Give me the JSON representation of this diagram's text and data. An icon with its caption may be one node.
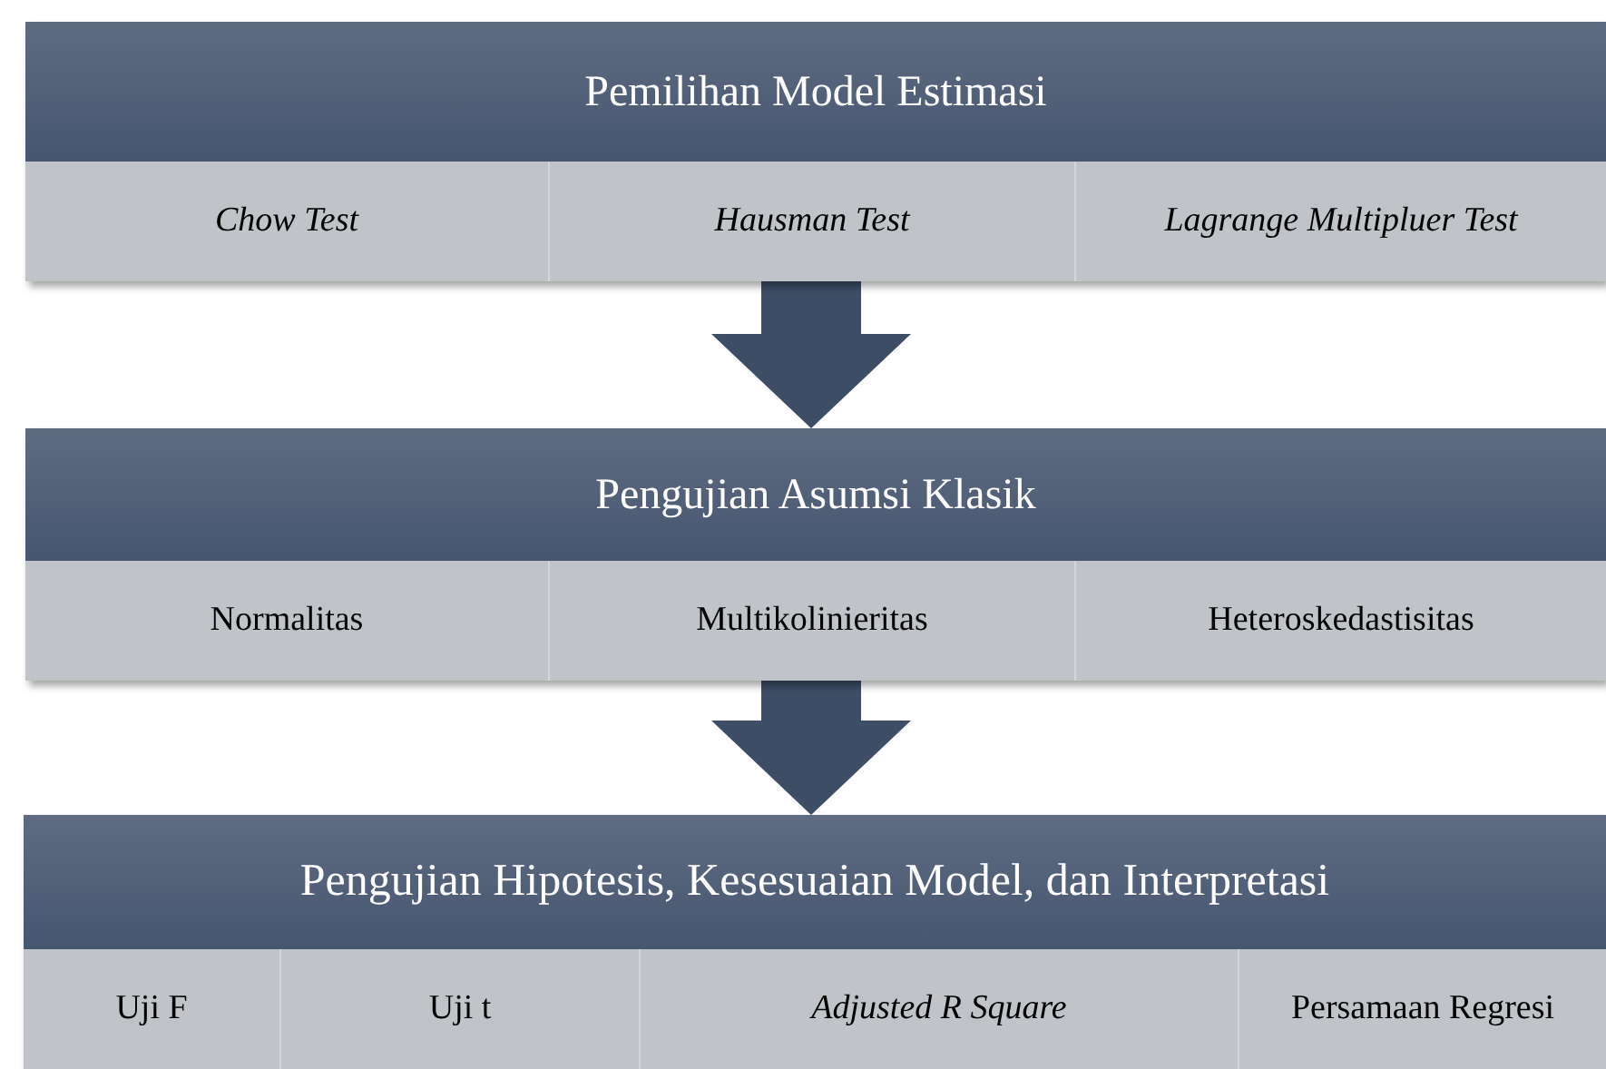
{
  "diagram": {
    "nodes": [
      {
        "text": [
          "Pemilihan Model Estimasi"
        ]
      },
      {
        "text": [
          "Chow Test"
        ],
        "in": 0
      },
      {
        "text": [
          "Hausman Test"
        ],
        "in": 0
      },
      {
        "text": [
          "Lagrange Multipluer Test"
        ],
        "in": 0
      },
      {
        "text": [
          "Pengujian Asumsi Klasik"
        ]
      },
      {
        "text": [
          "Normalitas"
        ],
        "in": 4
      },
      {
        "text": [
          "Multikolinieritas"
        ],
        "in": 4
      },
      {
        "text": [
          "Heteroskedastisitas"
        ],
        "in": 4
      },
      {
        "text": [
          "Pengujian Hipotesis, Kesesuaian Model, dan Interpretasi"
        ]
      },
      {
        "text": [
          "Uji F"
        ],
        "in": 8
      },
      {
        "text": [
          "Uji t"
        ],
        "in": 8
      },
      {
        "text": [
          "Adjusted R Square"
        ],
        "in": 8
      },
      {
        "text": [
          "Persamaan Regresi"
        ],
        "in": 8
      }
    ],
    "edges": [
      {
        "from": 0,
        "to": 4,
        "arrow": "to"
      },
      {
        "from": 4,
        "to": 8,
        "arrow": "to"
      }
    ]
  }
}
